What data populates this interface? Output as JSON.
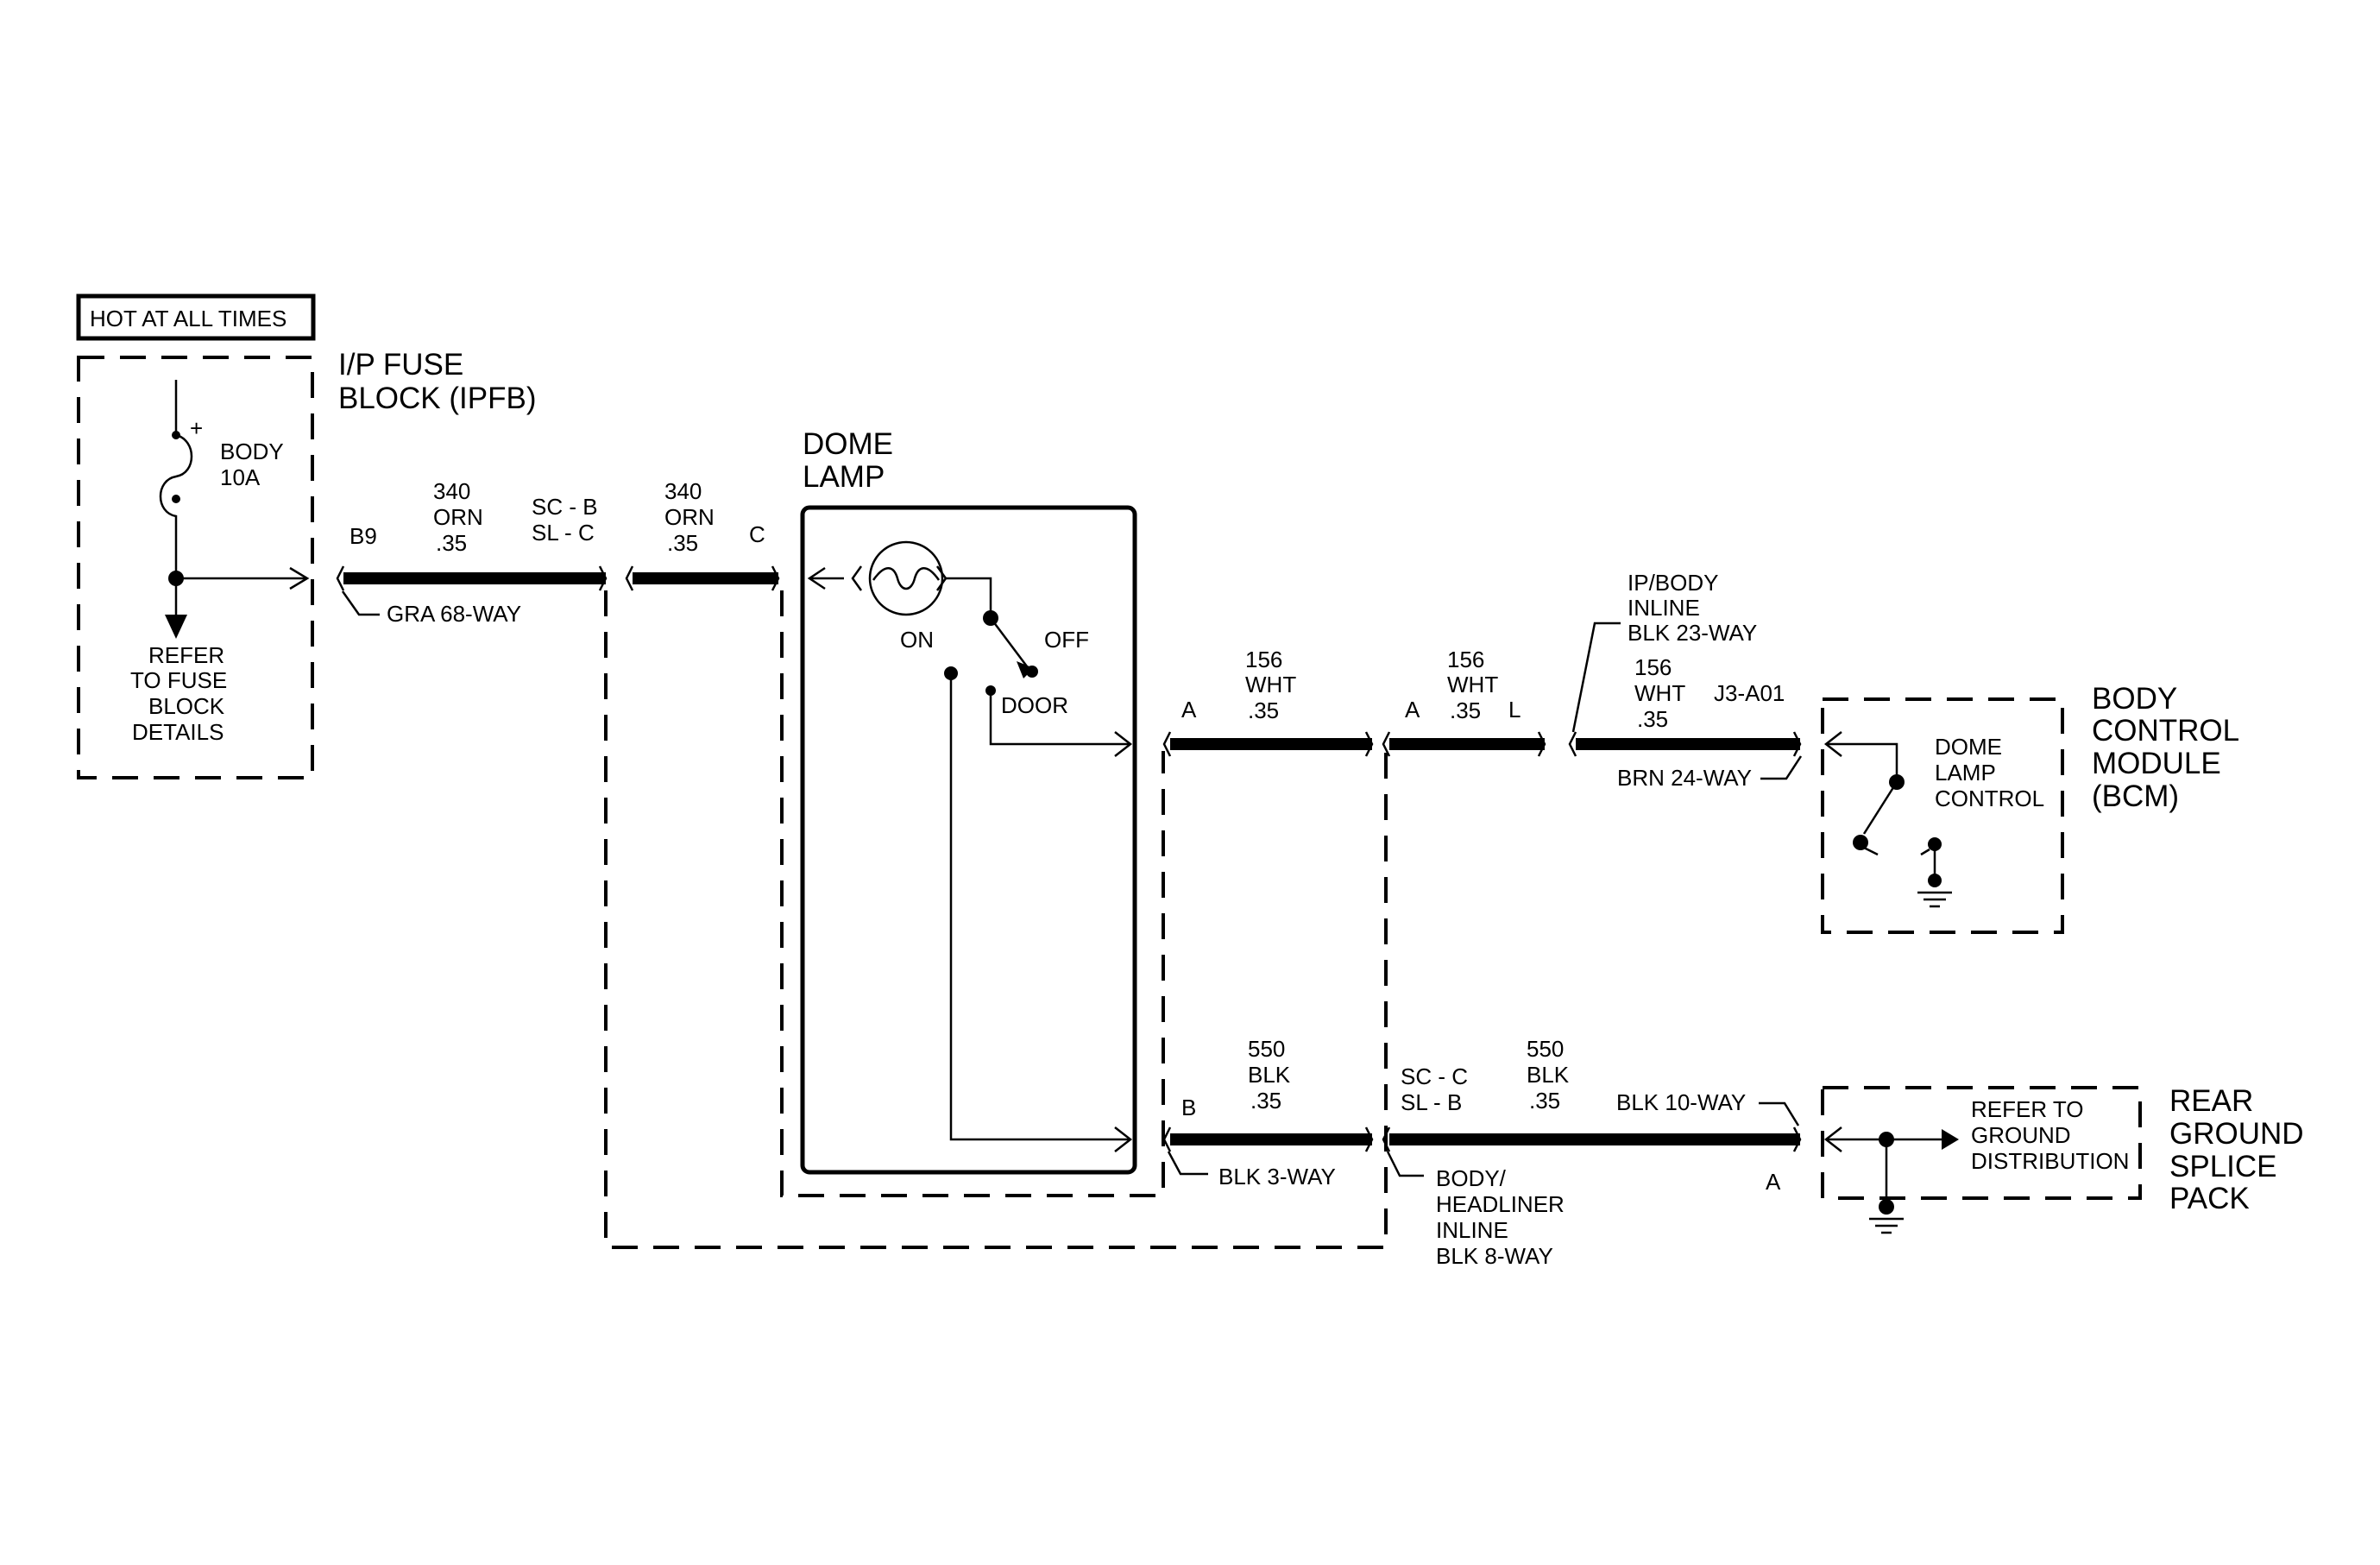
{
  "hot_label": "HOT AT ALL TIMES",
  "fuse_block": {
    "title_line1": "I/P FUSE",
    "title_line2": "BLOCK (IPFB)",
    "fuse_name": "BODY",
    "fuse_rating": "10A",
    "plus_sign": "+",
    "refer_lines": [
      "REFER",
      "TO FUSE",
      "BLOCK",
      "DETAILS"
    ],
    "terminal": "B9",
    "connector": "GRA 68-WAY"
  },
  "wires": {
    "w340_a": [
      "340",
      "ORN",
      ".35"
    ],
    "w340_b": [
      "340",
      "ORN",
      ".35"
    ],
    "w156_a": [
      "156",
      "WHT",
      ".35"
    ],
    "w156_b": [
      "156",
      "WHT",
      ".35"
    ],
    "w156_c": [
      "156",
      "WHT",
      ".35"
    ],
    "w550_a": [
      "550",
      "BLK",
      ".35"
    ],
    "w550_b": [
      "550",
      "BLK",
      ".35"
    ]
  },
  "splice_top": {
    "line1": "SC - B",
    "line2": "SL - C"
  },
  "splice_bottom": {
    "line1": "SC - C",
    "line2": "SL - B"
  },
  "terminal_c": "C",
  "dome_lamp": {
    "title_line1": "DOME",
    "title_line2": "LAMP",
    "on": "ON",
    "off": "OFF",
    "door": "DOOR"
  },
  "terminals": {
    "a1": "A",
    "a2": "A",
    "l": "L",
    "b": "B",
    "j3": "J3-A01",
    "a_ground": "A"
  },
  "connectors": {
    "blk3": "BLK 3-WAY",
    "ipbody": [
      "IP/BODY",
      "INLINE",
      "BLK 23-WAY"
    ],
    "brn24": "BRN 24-WAY",
    "blk10": "BLK 10-WAY",
    "headliner": [
      "BODY/",
      "HEADLINER",
      "INLINE",
      "BLK 8-WAY"
    ]
  },
  "bcm": {
    "title_lines": [
      "BODY",
      "CONTROL",
      "MODULE",
      "(BCM)"
    ],
    "inner_lines": [
      "DOME",
      "LAMP",
      "CONTROL"
    ]
  },
  "ground_pack": {
    "title_lines": [
      "REAR",
      "GROUND",
      "SPLICE",
      "PACK"
    ],
    "inner_lines": [
      "REFER TO",
      "GROUND",
      "DISTRIBUTION"
    ]
  }
}
